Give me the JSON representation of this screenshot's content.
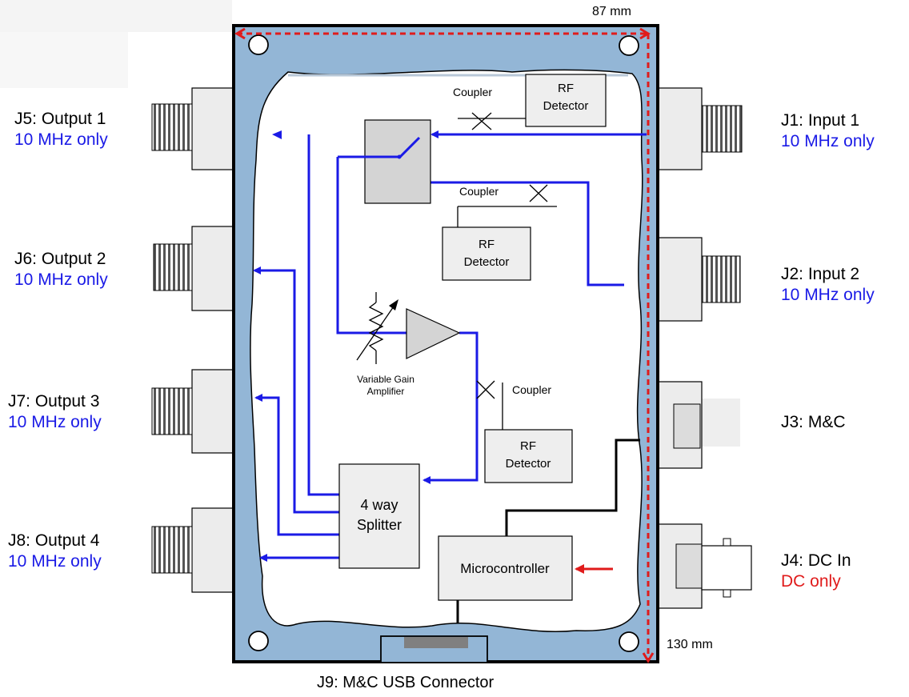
{
  "dimensions": {
    "width": "87 mm",
    "height": "130 mm"
  },
  "left_ports": [
    {
      "id": "j5",
      "label": "J5: Output 1",
      "sub": "10 MHz only",
      "sub_color": "#1a1ae6"
    },
    {
      "id": "j6",
      "label": "J6: Output 2",
      "sub": "10 MHz only",
      "sub_color": "#1a1ae6"
    },
    {
      "id": "j7",
      "label": "J7: Output 3",
      "sub": "10 MHz only",
      "sub_color": "#1a1ae6"
    },
    {
      "id": "j8",
      "label": "J8: Output 4",
      "sub": "10 MHz only",
      "sub_color": "#1a1ae6"
    }
  ],
  "right_ports": [
    {
      "id": "j1",
      "label": "J1: Input 1",
      "sub": "10 MHz only",
      "sub_color": "#1a1ae6"
    },
    {
      "id": "j2",
      "label": "J2: Input 2",
      "sub": "10 MHz only",
      "sub_color": "#1a1ae6"
    },
    {
      "id": "j3",
      "label": "J3: M&C",
      "sub": "",
      "sub_color": ""
    },
    {
      "id": "j4",
      "label": "J4: DC In",
      "sub": "DC only",
      "sub_color": "#e01b1b"
    }
  ],
  "bottom_port": {
    "label": "J9: M&C USB Connector"
  },
  "blocks": {
    "rf_detector_top": {
      "line1": "RF",
      "line2": "Detector"
    },
    "rf_detector_mid": {
      "line1": "RF",
      "line2": "Detector"
    },
    "rf_detector_low": {
      "line1": "RF",
      "line2": "Detector"
    },
    "splitter": {
      "line1": "4 way",
      "line2": "Splitter"
    },
    "microcontroller": {
      "label": "Microcontroller"
    },
    "amplifier": {
      "line1": "Variable Gain",
      "line2": "Amplifier"
    }
  },
  "couplers": {
    "top": "Coupler",
    "mid": "Coupler",
    "low": "Coupler"
  },
  "colors": {
    "enclosure": "#93b6d6",
    "rf_path": "#1a1ae6",
    "dc_path": "#e01b1b",
    "block_fill": "#eeeeee",
    "switch_fill": "#d4d4d4"
  }
}
